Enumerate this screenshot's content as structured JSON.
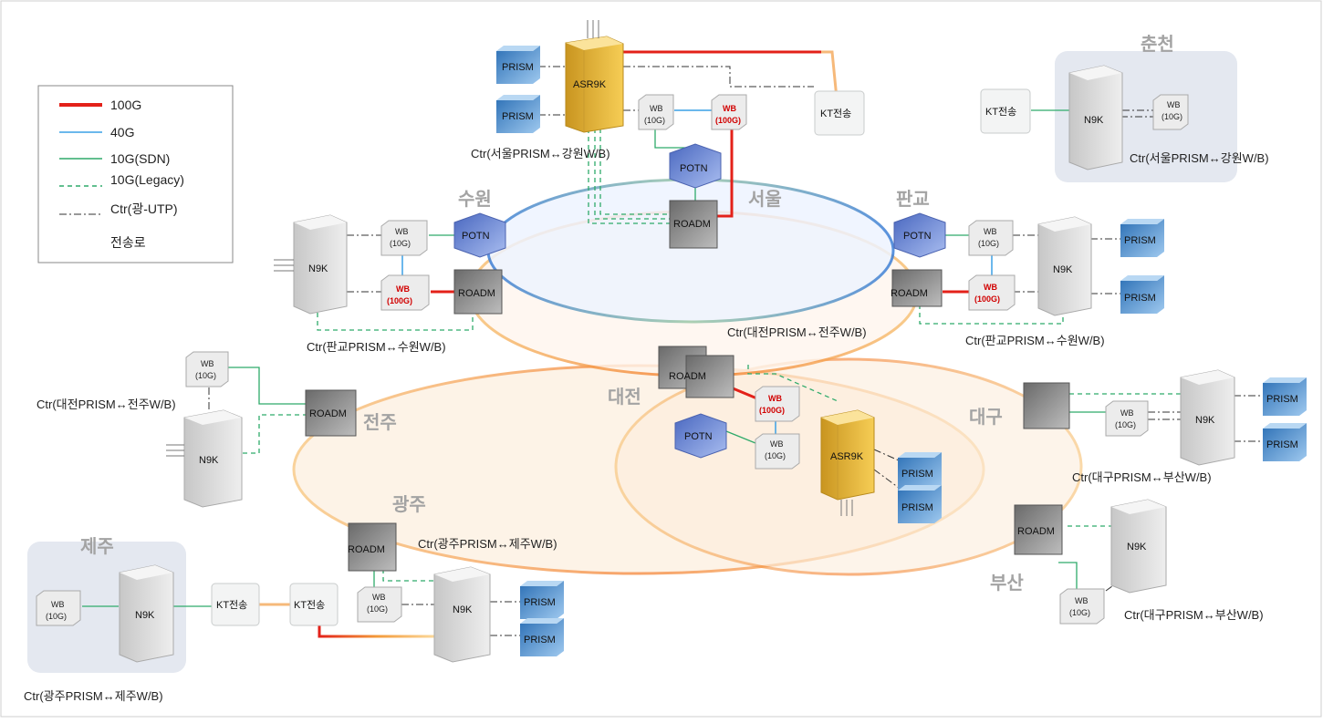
{
  "legend": {
    "items": [
      {
        "label": "100G",
        "color": "#e32119",
        "style": "solid-thick"
      },
      {
        "label": "40G",
        "color": "#3aa0e6",
        "style": "solid"
      },
      {
        "label": "10G(SDN)",
        "color": "#2eaa6a",
        "style": "solid"
      },
      {
        "label": "10G(Legacy)",
        "color": "#2eaa6a",
        "style": "dashed"
      },
      {
        "label": "Ctr(광-UTP)",
        "color": "#333333",
        "style": "dashdot"
      },
      {
        "label": "전송로",
        "color": "#f39a3a",
        "style": "gradient"
      }
    ]
  },
  "regions": {
    "chuncheon": "춘천",
    "suwon": "수원",
    "seoul": "서울",
    "pangyo": "판교",
    "daejeon": "대전",
    "jeonju": "전주",
    "daegu": "대구",
    "gwangju": "광주",
    "jeju": "제주",
    "busan": "부산"
  },
  "devices": {
    "asr9k": "ASR9K",
    "n9k": "N9K",
    "prism": "PRISM",
    "potn": "POTN",
    "roadm": "ROADM",
    "kt": "KT전송",
    "wb": "WB",
    "wb10": "(10G)",
    "wb100": "(100G)"
  },
  "captions": {
    "seoul_top": "Ctr(서울PRISM↔강원W/B)",
    "chuncheon": "Ctr(서울PRISM↔강원W/B)",
    "suwon": "Ctr(판교PRISM↔수원W/B)",
    "pangyo": "Ctr(판교PRISM↔수원W/B)",
    "daejeon_center": "Ctr(대전PRISM↔전주W/B)",
    "jeonju": "Ctr(대전PRISM↔전주W/B)",
    "daegu": "Ctr(대구PRISM↔부산W/B)",
    "busan": "Ctr(대구PRISM↔부산W/B)",
    "gwangju": "Ctr(광주PRISM↔제주W/B)",
    "jeju": "Ctr(광주PRISM↔제주W/B)"
  },
  "colors": {
    "line_100g": "#e32119",
    "line_40g": "#3aa0e6",
    "line_10g": "#2eaa6a",
    "ctr": "#333333",
    "ring": "#f39a3a",
    "asr": "#e9b43a",
    "prism": "#3f86c8",
    "potn": "#6f8fd6"
  }
}
